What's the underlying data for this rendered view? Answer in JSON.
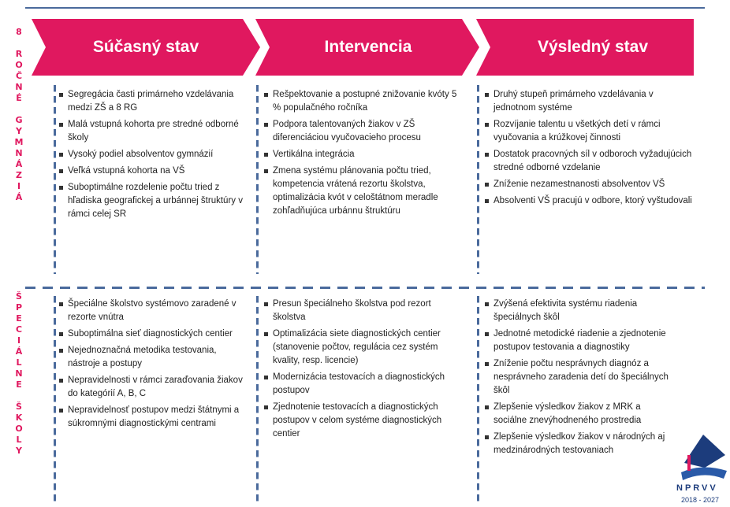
{
  "side_labels": {
    "top": [
      "8",
      "",
      "R",
      "O",
      "Č",
      "N",
      "É",
      "",
      "G",
      "Y",
      "M",
      "N",
      "Á",
      "Z",
      "I",
      "Á"
    ],
    "bottom": [
      "Š",
      "P",
      "E",
      "C",
      "I",
      "Á",
      "L",
      "N",
      "E",
      "",
      "Š",
      "K",
      "O",
      "L",
      "Y"
    ]
  },
  "headers": [
    "Súčasný stav",
    "Intervencia",
    "Výsledný stav"
  ],
  "colors": {
    "accent": "#e0185f",
    "rule": "#4a6a9c"
  },
  "rows": [
    {
      "cells": [
        [
          "Segregácia časti primárneho vzdelávania medzi ZŠ a 8 RG",
          "Malá vstupná kohorta pre stredné odborné školy",
          "Vysoký podiel absolventov gymnázií",
          "Veľká vstupná kohorta na VŠ",
          "Suboptimálne rozdelenie počtu tried z hľadiska geografickej a urbánnej štruktúry v rámci celej SR"
        ],
        [
          "Rešpektovanie a postupné znižovanie kvóty 5 % populačného ročníka",
          "Podpora talentovaných žiakov v ZŠ diferenciáciou vyučovacieho procesu",
          "Vertikálna integrácia",
          "Zmena systému plánovania počtu tried, kompetencia vrátená rezortu školstva, optimalizácia kvót v celoštátnom meradle zohľadňujúca urbánnu štruktúru"
        ],
        [
          "Druhý stupeň primárneho vzdelávania v jednotnom systéme",
          "Rozvíjanie talentu u všetkých detí v rámci vyučovania a krúžkovej činnosti",
          "Dostatok pracovných síl v odboroch vyžadujúcich stredné odborné vzdelanie",
          "Zníženie nezamestnanosti absolventov VŠ",
          "Absolventi VŠ pracujú v odbore, ktorý vyštudovali"
        ]
      ]
    },
    {
      "cells": [
        [
          "Špeciálne školstvo systémovo zaradené v rezorte vnútra",
          "Suboptimálna sieť diagnostických centier",
          "Nejednoznačná metodika testovania, nástroje a postupy",
          "Nepravidelnosti v rámci zaraďovania žiakov do kategórií A, B, C",
          "Nepravidelnosť postupov medzi štátnymi a súkromnými diagnostickými centrami"
        ],
        [
          "Presun špeciálneho školstva pod rezort školstva",
          "Optimalizácia siete diagnostických centier (stanovenie počtov, regulácia cez systém kvality, resp. licencie)",
          "Modernizácia testovacích a diagnostických postupov",
          "Zjednotenie testovacích a diagnostických postupov v celom systéme diagnostických centier"
        ],
        [
          "Zvýšená efektivita systému riadenia špeciálnych škôl",
          "Jednotné metodické riadenie a zjednotenie postupov testovania a diagnostiky",
          "Zníženie počtu nesprávnych diagnóz a nesprávneho zaradenia detí do špeciálnych škôl",
          "Zlepšenie výsledkov žiakov z MRK a sociálne znevýhodneného prostredia",
          "Zlepšenie výsledkov žiakov v národných aj medzinárodných testovaniach"
        ]
      ]
    }
  ],
  "logo": {
    "name": "NPRVV",
    "years": "2018 - 2027"
  }
}
